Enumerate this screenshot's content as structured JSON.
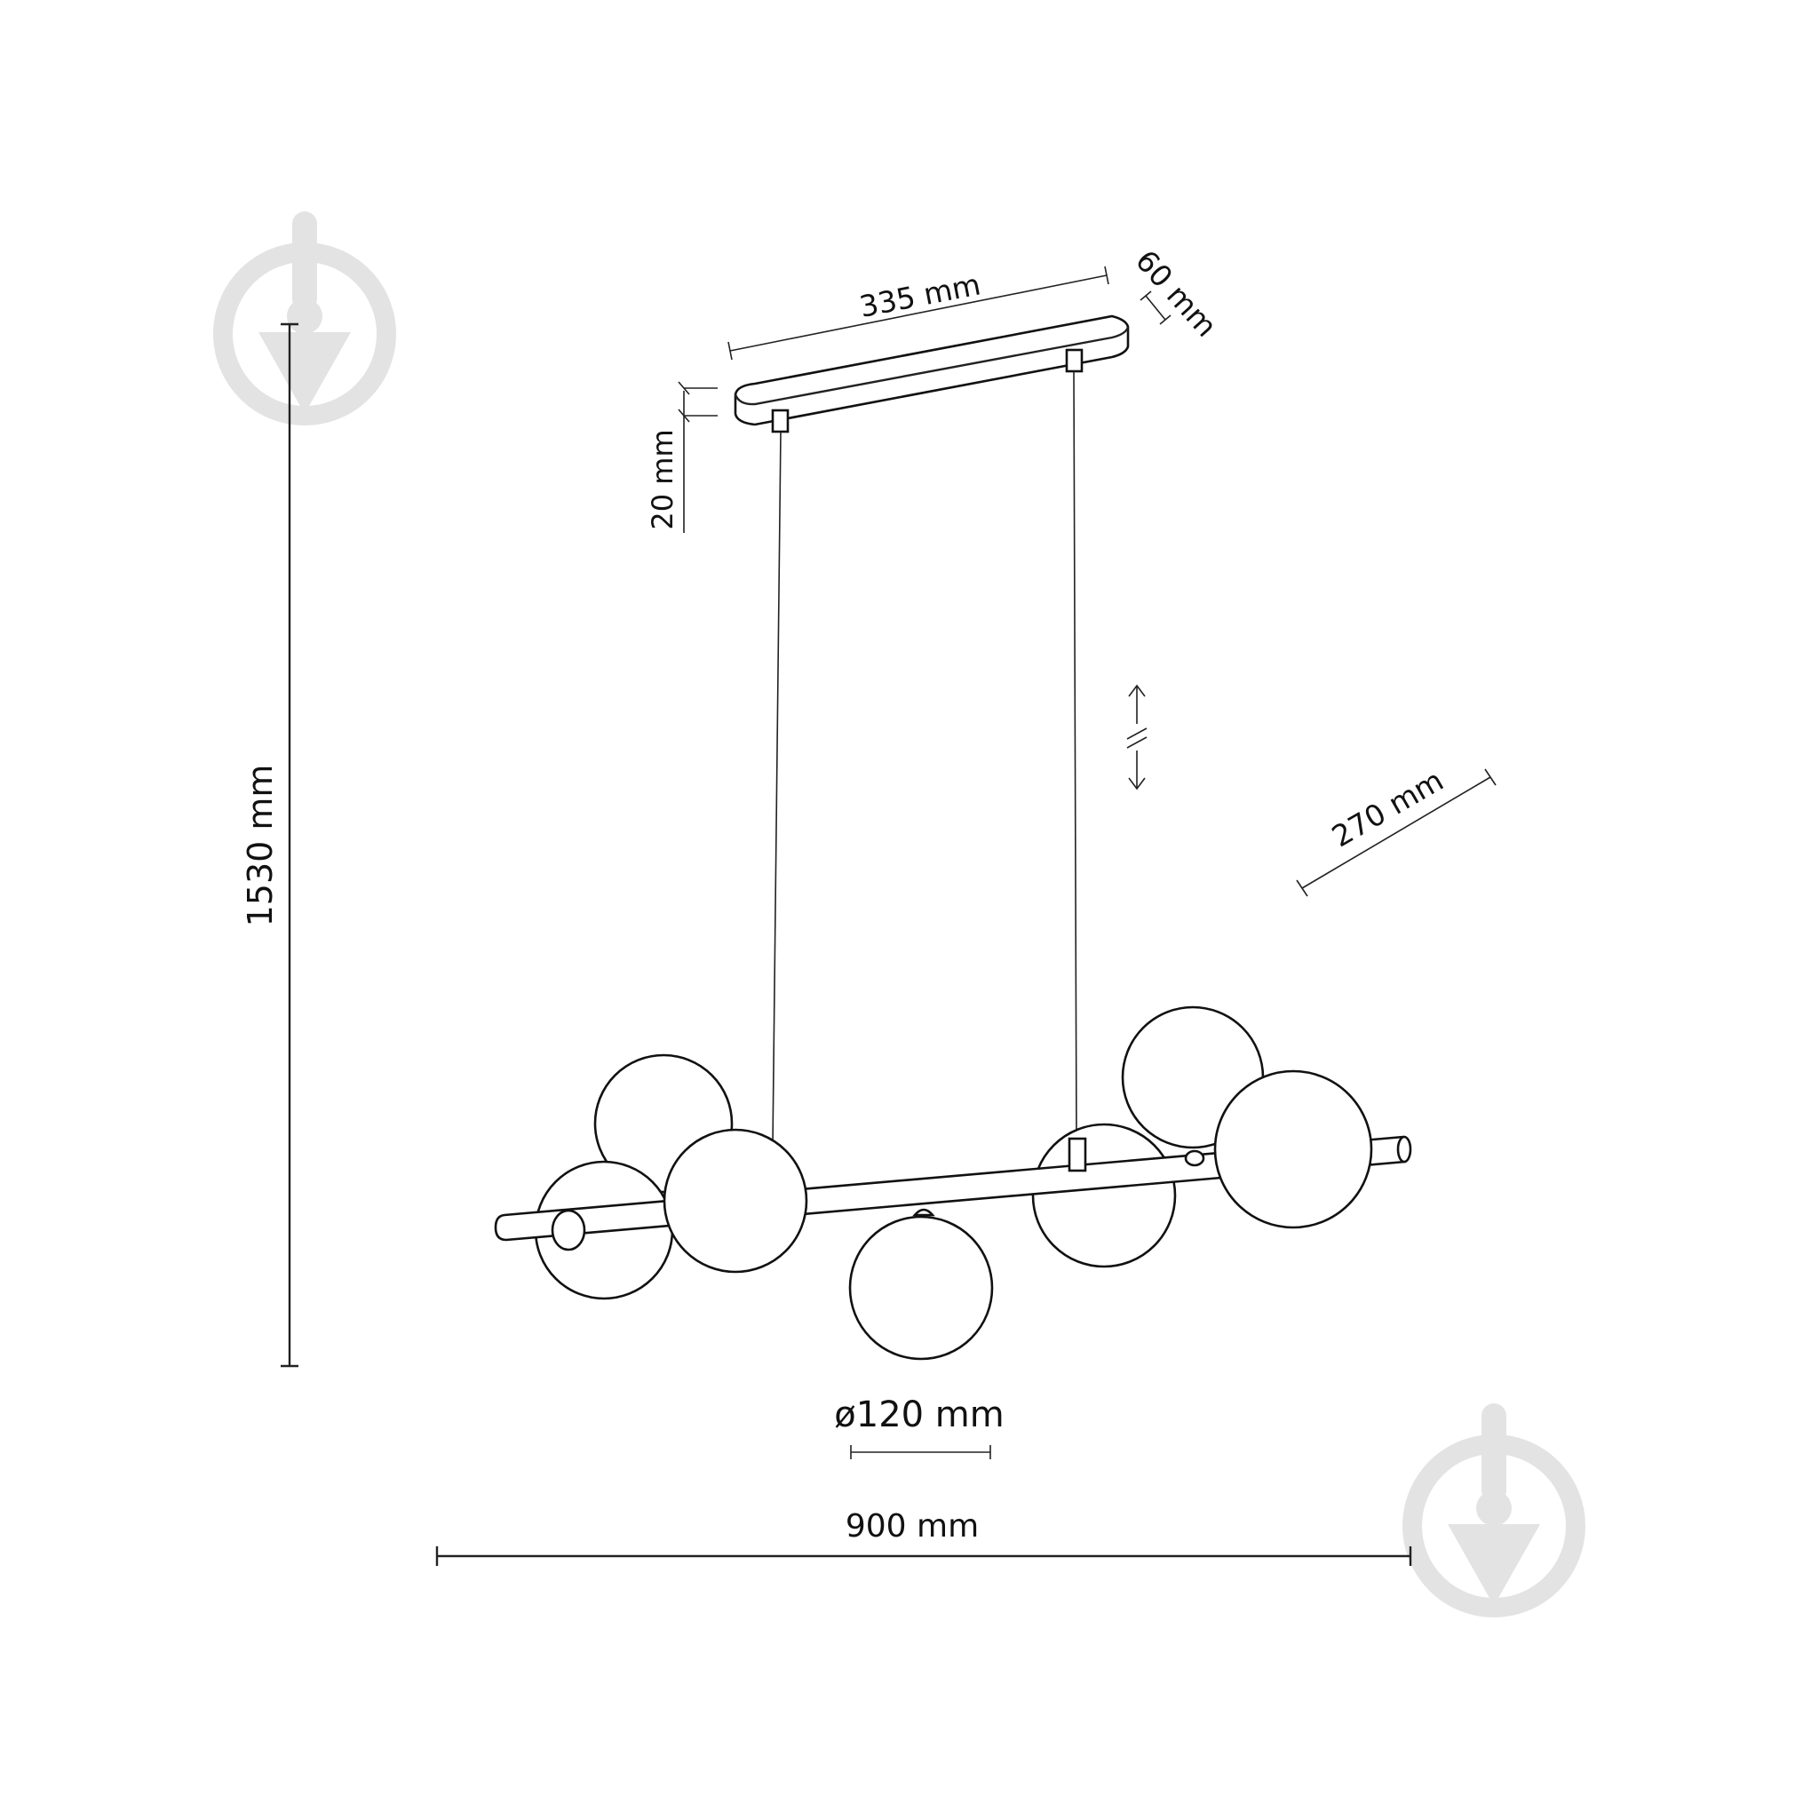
{
  "dimensions": {
    "total_height": "1530 mm",
    "canopy_length": "335 mm",
    "canopy_width": "60 mm",
    "canopy_height": "20 mm",
    "depth": "270 mm",
    "globe_diameter": "ø120 mm",
    "total_width": "900 mm"
  },
  "watermark": {
    "icon": "pin-marker-icon",
    "color": "#e3e3e3"
  },
  "colors": {
    "line": "#111111",
    "background": "#ffffff"
  }
}
